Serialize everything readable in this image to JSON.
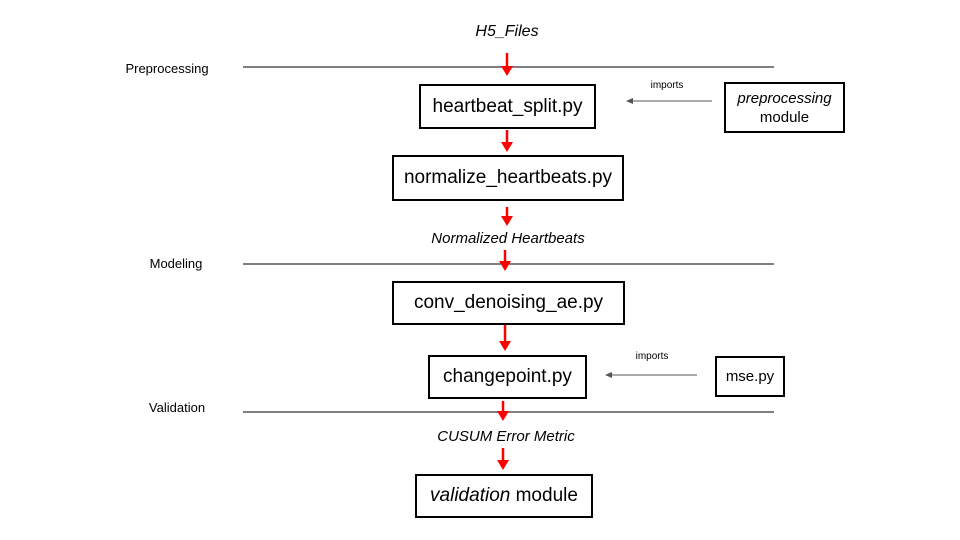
{
  "data_labels": {
    "input": "H5_Files",
    "normalized": "Normalized Heartbeats",
    "metric": "CUSUM Error Metric"
  },
  "stages": {
    "preprocessing": "Preprocessing",
    "modeling": "Modeling",
    "validation": "Validation"
  },
  "scripts": {
    "heartbeat_split": "heartbeat_split.py",
    "normalize": "normalize_heartbeats.py",
    "conv_ae": "conv_denoising_ae.py",
    "changepoint": "changepoint.py"
  },
  "modules": {
    "preprocessing": {
      "name": "preprocessing",
      "suffix": "module"
    },
    "mse": "mse.py",
    "validation": {
      "name": "validation",
      "suffix": "module"
    }
  },
  "relations": {
    "imports_1": "imports",
    "imports_2": "imports"
  },
  "colors": {
    "flow_arrow": "#ff0000",
    "import_arrow": "#555555",
    "lines": "#000000"
  }
}
